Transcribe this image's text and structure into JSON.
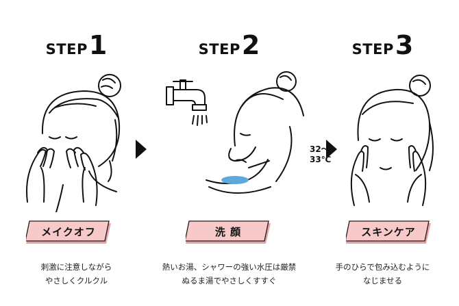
{
  "steps": [
    {
      "step_word": "STEP",
      "step_number": "1",
      "label": "メイクオフ",
      "description_lines": [
        "刺激に注意しながら",
        "やさしくクルクル"
      ]
    },
    {
      "step_word": "STEP",
      "step_number": "2",
      "label": "洗 顔",
      "description_lines": [
        "熱いお湯、シャワーの強い水圧は厳禁",
        "ぬるま湯でやさしくすすぐ"
      ],
      "temperature": "32〜33℃"
    },
    {
      "step_word": "STEP",
      "step_number": "3",
      "label": "スキンケア",
      "description_lines": [
        "手のひらで包み込むように",
        "なじませる"
      ]
    }
  ],
  "colors": {
    "label_fill": "#f7c9c9",
    "label_shadow": "#e9a3a6",
    "label_border": "#1a1a1a",
    "water": "#5fa8dc",
    "ink": "#111111"
  },
  "icons": [
    "face-washing-illustration",
    "faucet-icon",
    "rinsing-illustration",
    "skincare-illustration",
    "arrow-right-icon"
  ]
}
